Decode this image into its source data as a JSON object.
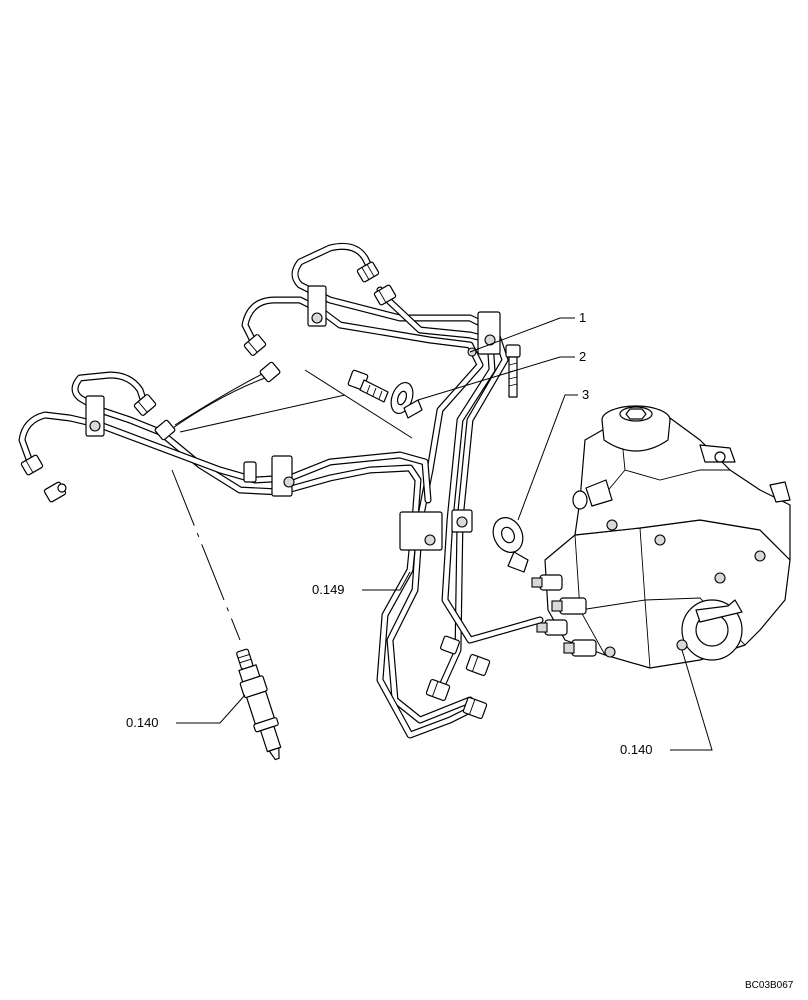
{
  "callouts": {
    "c1": "1",
    "c2": "2",
    "c3": "3",
    "ref_pipes": "0.149",
    "ref_injector": "0.140",
    "ref_pump": "0.140"
  },
  "drawing_code": "BC03B067"
}
